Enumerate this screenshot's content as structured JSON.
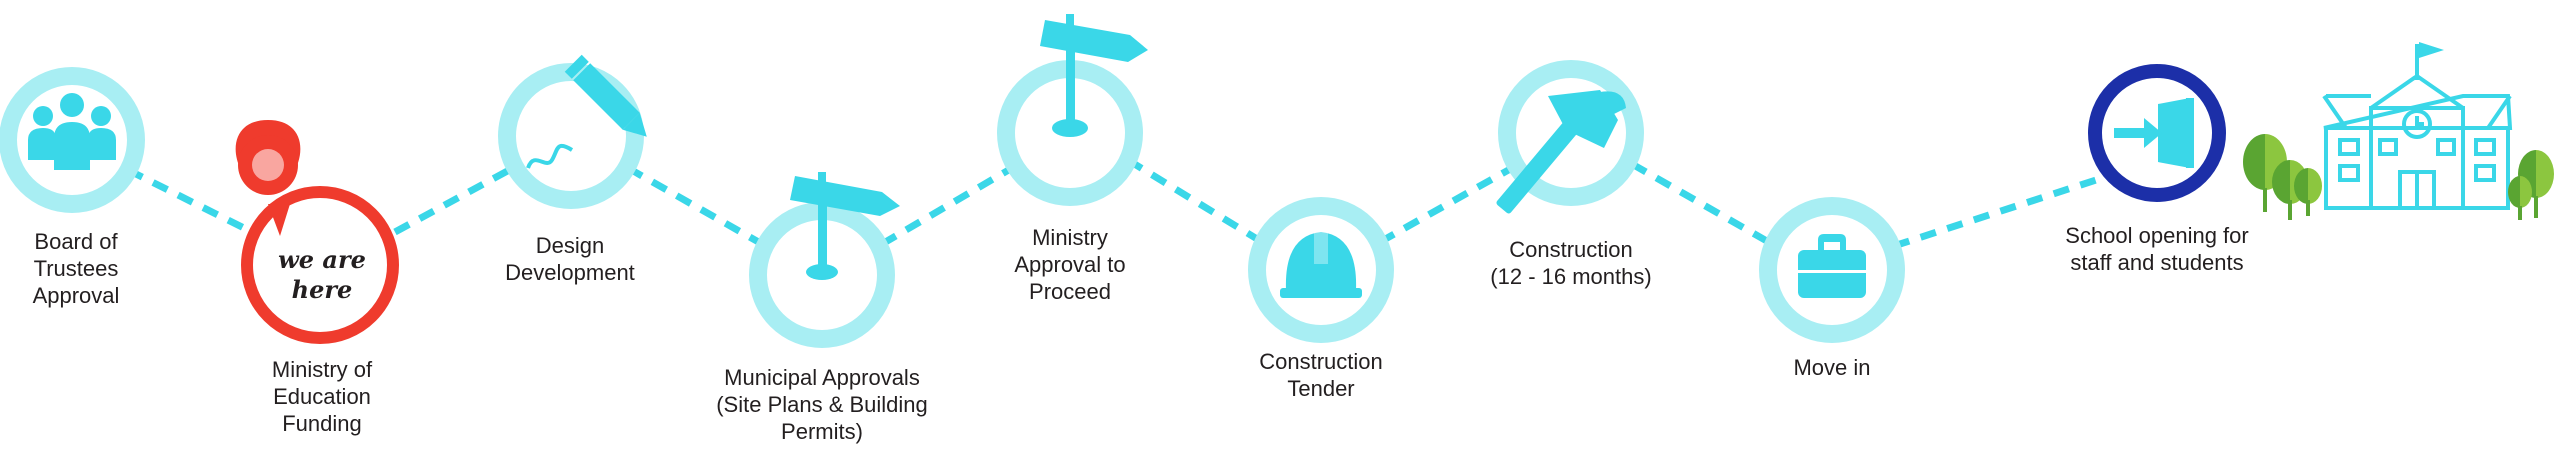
{
  "colors": {
    "ring": "#a8eef3",
    "icon": "#3ad7e8",
    "connector": "#3ad7e8",
    "current": "#ef3b2d",
    "final": "#1c2fa8",
    "tree_light": "#8cc63f",
    "tree_dark": "#5aa532"
  },
  "marker": {
    "line1": "we are",
    "line2": "here"
  },
  "steps": [
    {
      "label": "Board of\nTrustees\nApproval",
      "icon": "group-icon"
    },
    {
      "label": "Ministry of\nEducation\nFunding",
      "icon": "location-pin-icon"
    },
    {
      "label": "Design\nDevelopment",
      "icon": "pencil-icon"
    },
    {
      "label": "Municipal Approvals\n(Site Plans & Building\nPermits)",
      "icon": "signpost-icon"
    },
    {
      "label": "Ministry\nApproval to\nProceed",
      "icon": "signpost-icon"
    },
    {
      "label": "Construction\nTender",
      "icon": "hard-hat-icon"
    },
    {
      "label": "Construction\n(12 - 16 months)",
      "icon": "hammer-icon"
    },
    {
      "label": "Move in",
      "icon": "briefcase-icon"
    },
    {
      "label": "School opening for\nstaff and students",
      "icon": "door-enter-icon"
    }
  ]
}
